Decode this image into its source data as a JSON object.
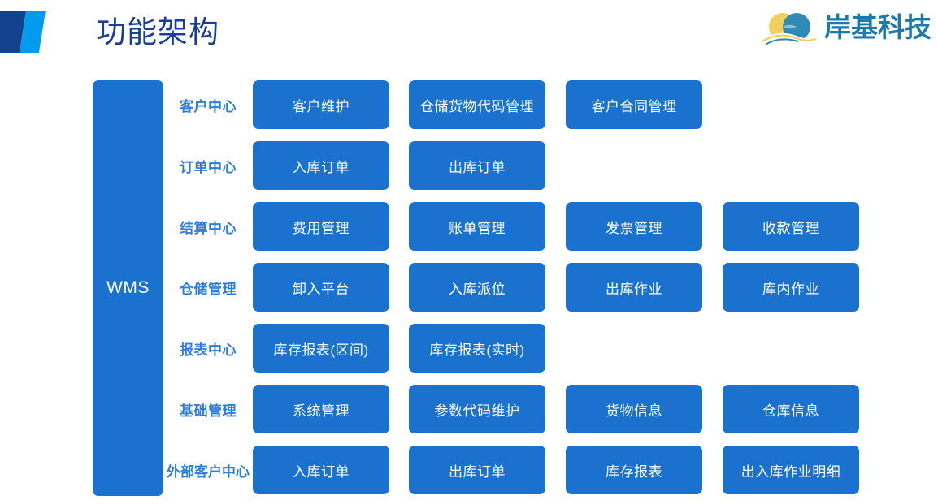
{
  "header": {
    "title": "功能架构",
    "decoration": {
      "dark_color": "#13428c",
      "light_color": "#039bef"
    },
    "logo": {
      "text": "岸基科技",
      "mark_name": "ocean-wave-emblem",
      "text_color": "#1c7aa8",
      "mark_blue": "#2f8bb5",
      "mark_yellow": "#f2cf5a"
    }
  },
  "diagram": {
    "spine": {
      "label": "WMS",
      "color": "#1b72ce"
    },
    "colors": {
      "box": "#1b72ce",
      "box_text": "#ffffff",
      "row_label": "#2f7ddb",
      "title": "#193f95"
    },
    "rows": [
      {
        "label": "客户中心",
        "cells": [
          "客户维护",
          "仓储货物代码管理",
          "客户合同管理"
        ]
      },
      {
        "label": "订单中心",
        "cells": [
          "入库订单",
          "出库订单"
        ]
      },
      {
        "label": "结算中心",
        "cells": [
          "费用管理",
          "账单管理",
          "发票管理",
          "收款管理"
        ]
      },
      {
        "label": "仓储管理",
        "cells": [
          "卸入平台",
          "入库派位",
          "出库作业",
          "库内作业"
        ]
      },
      {
        "label": "报表中心",
        "cells": [
          "库存报表(区间)",
          "库存报表(实时)"
        ]
      },
      {
        "label": "基础管理",
        "cells": [
          "系统管理",
          "参数代码维护",
          "货物信息",
          "仓库信息"
        ]
      },
      {
        "label": "外部客户中心",
        "cells": [
          "入库订单",
          "出库订单",
          "库存报表",
          "出入库作业明细"
        ]
      }
    ]
  }
}
